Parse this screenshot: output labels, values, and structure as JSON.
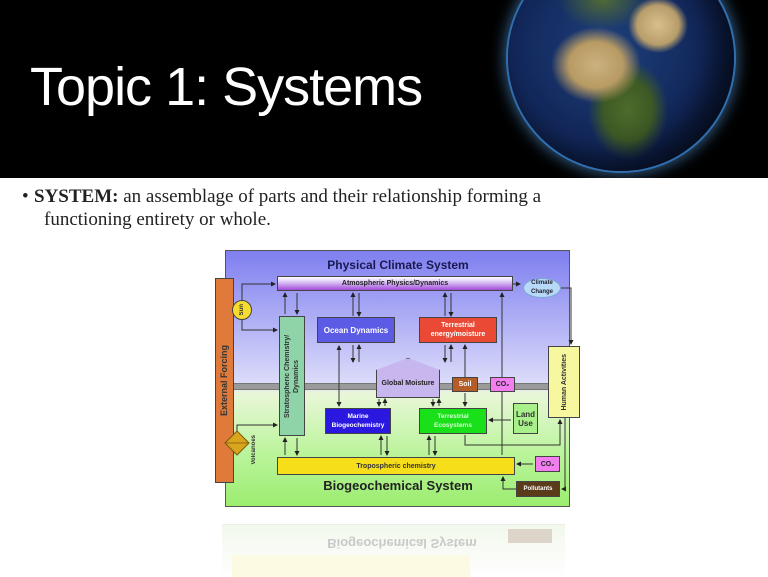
{
  "slide": {
    "title": "Topic 1: Systems",
    "bullet": {
      "term": "SYSTEM:",
      "text": " an assemblage of parts and their relationship forming a",
      "continuation": "functioning entirety or whole."
    }
  },
  "diagram": {
    "physical_label": "Physical Climate System",
    "biogeochemical_label": "Biogeochemical System",
    "nodes": {
      "external_forcing": "External Forcing",
      "atmospheric": "Atmospheric Physics/Dynamics",
      "sun": "Sun",
      "climate_change": "Climate Change",
      "stratospheric": "Stratospheric Chemistry/ Dynamics",
      "ocean": "Ocean Dynamics",
      "terrestrial_energy": "Terrestrial energy/moisture",
      "global_moisture": "Global Moisture",
      "soil": "Soil",
      "co2_top": "CO₂",
      "marine": "Marine Biogeochemistry",
      "terrestrial_eco": "Terrestrial Ecosystems",
      "land_use": "Land Use",
      "human": "Human Activities",
      "volcanoes": "Volcanoes",
      "tropospheric": "Tropospheric chemistry",
      "co2_bottom": "CO₂",
      "pollutants": "Pollutants"
    },
    "reflection_label": "Biogeochemical System"
  }
}
